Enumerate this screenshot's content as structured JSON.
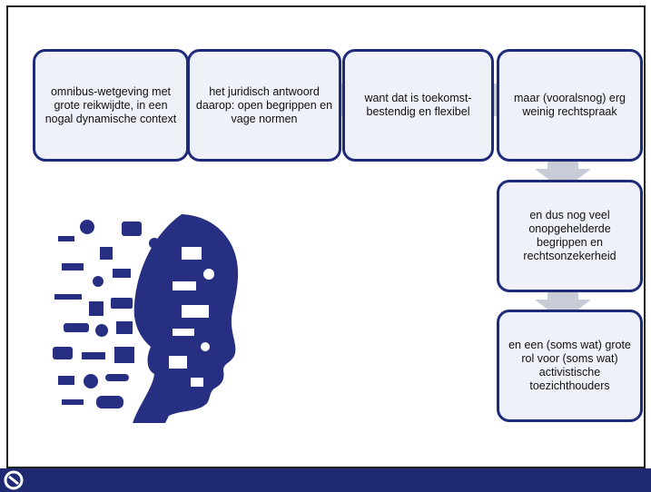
{
  "flow": {
    "step1": "omnibus-wetgeving met grote reikwijdte, in een nogal dynamische context",
    "step2": "het juridisch antwoord daarop: open begrippen en vage normen",
    "step3": "want dat is toekomst-bestendig en flexibel",
    "step4": "maar (vooralsnog) erg weinig rechtspraak",
    "step5": "en dus nog veel onopgehelderde begrippen en rechtsonzekerheid",
    "step6": "en een (soms wat) grote rol voor (soms wat) activistische toezichthouders"
  },
  "colors": {
    "box_border": "#1e2a7a",
    "box_fill": "#eef1f7",
    "arrow_fill": "#c8ccd6",
    "footer": "#1f2a73",
    "art": "#262f82"
  },
  "illustration": {
    "icon": "head-silhouette-with-objects-icon"
  }
}
